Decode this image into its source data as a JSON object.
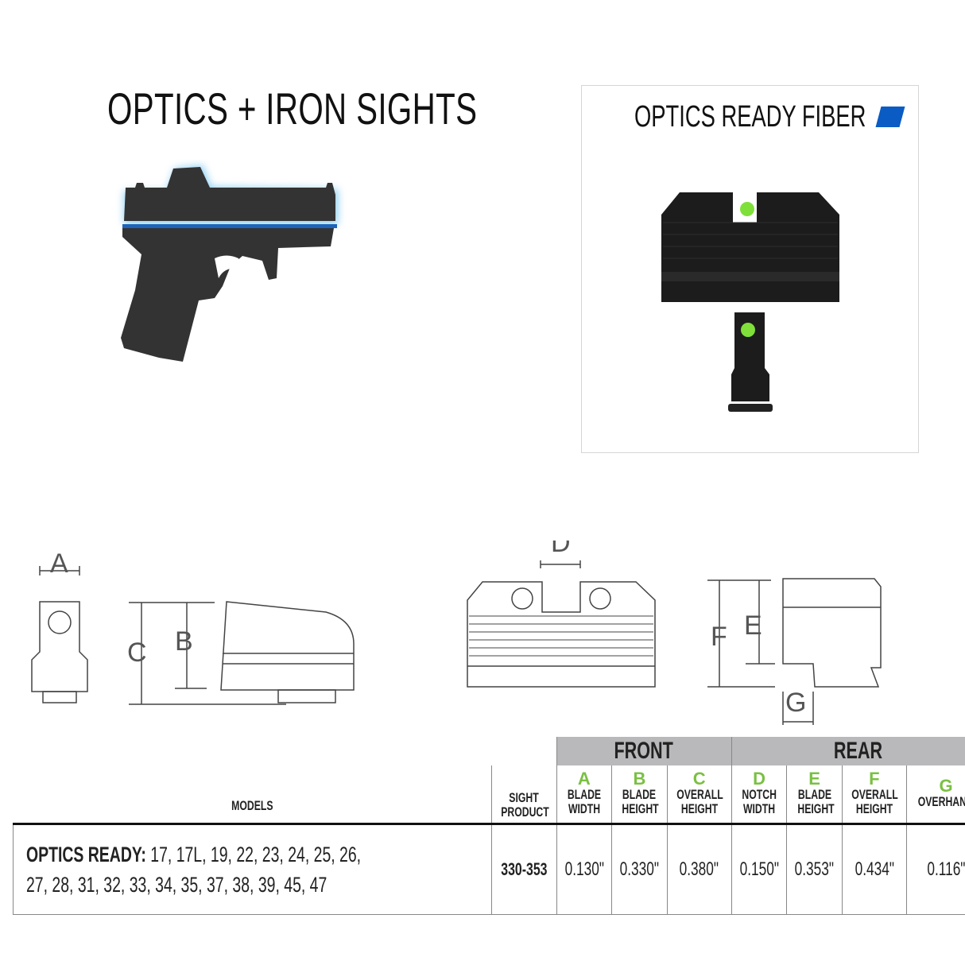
{
  "title": "OPTICS + IRON SIGHTS",
  "product_box": {
    "title": "OPTICS READY FIBER",
    "accent_color": "#0a5bc4",
    "fiber_color": "#7fe03a"
  },
  "diagram_labels": [
    "A",
    "B",
    "C",
    "D",
    "E",
    "F",
    "G"
  ],
  "table": {
    "groups": [
      "FRONT",
      "REAR"
    ],
    "headers": {
      "models": "MODELS",
      "sight_product": "SIGHT PRODUCT",
      "columns": [
        {
          "letter": "A",
          "label": "BLADE WIDTH"
        },
        {
          "letter": "B",
          "label": "BLADE HEIGHT"
        },
        {
          "letter": "C",
          "label": "OVERALL HEIGHT"
        },
        {
          "letter": "D",
          "label": "NOTCH WIDTH"
        },
        {
          "letter": "E",
          "label": "BLADE HEIGHT"
        },
        {
          "letter": "F",
          "label": "OVERALL HEIGHT"
        },
        {
          "letter": "G",
          "label": "OVERHANG"
        }
      ]
    },
    "row": {
      "models_prefix": "OPTICS READY:",
      "models_line1": "17, 17L, 19, 22, 23, 24, 25, 26,",
      "models_line2": "27, 28, 31, 32, 33, 34, 35, 37, 38, 39, 45, 47",
      "sight_product": "330-353",
      "values": [
        "0.130\"",
        "0.330\"",
        "0.380\"",
        "0.150\"",
        "0.353\"",
        "0.434\"",
        "0.116\""
      ]
    },
    "letter_color": "#7ac043"
  }
}
